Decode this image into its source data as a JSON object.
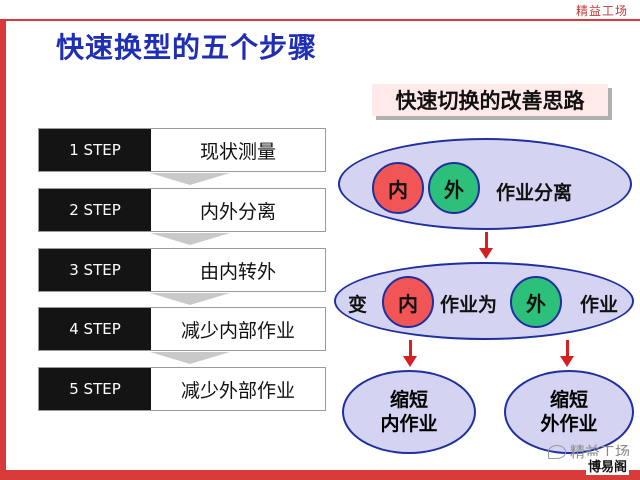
{
  "brand": "精益工场",
  "title": "快速换型的五个步骤",
  "subtitle": "快速切换的改善思路",
  "steps": [
    {
      "label": "1 STEP",
      "text": "现状测量"
    },
    {
      "label": "2 STEP",
      "text": "内外分离"
    },
    {
      "label": "3 STEP",
      "text": "由内转外"
    },
    {
      "label": "4 STEP",
      "text": "减少内部作业"
    },
    {
      "label": "5 STEP",
      "text": "减少外部作业"
    }
  ],
  "diagram": {
    "row1": {
      "inner": "内",
      "outer": "外",
      "text": "作业分离"
    },
    "row2": {
      "prefix": "变",
      "inner": "内",
      "middle": "作业为",
      "outer": "外",
      "suffix": "作业"
    },
    "left_result": [
      "缩短",
      "内作业"
    ],
    "right_result": [
      "缩短",
      "外作业"
    ]
  },
  "watermark": {
    "account": "精益工场",
    "site": "博易阁"
  },
  "colors": {
    "title": "#1f2fb5",
    "accent": "#d83a3a",
    "ellipse": "#d4d4f2",
    "inner": "#f25555",
    "outer": "#2cc07a"
  }
}
